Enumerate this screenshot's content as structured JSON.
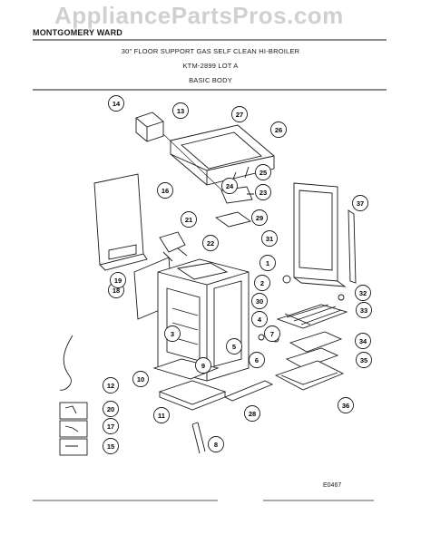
{
  "watermark": "AppliancePartsPros.com",
  "header": {
    "brand": "MONTGOMERY WARD",
    "title": "30\" FLOOR SUPPORT GAS SELF CLEAN HI-BROILER",
    "model": "KTM-2899 LOT A",
    "section": "BASIC BODY"
  },
  "diagram_code": "E0467",
  "callouts": [
    "1",
    "2",
    "3",
    "4",
    "5",
    "6",
    "7",
    "8",
    "9",
    "10",
    "11",
    "12",
    "13",
    "14",
    "15",
    "16",
    "17",
    "18",
    "19",
    "20",
    "21",
    "22",
    "23",
    "24",
    "25",
    "26",
    "27",
    "28",
    "29",
    "30",
    "31",
    "32",
    "33",
    "34",
    "35",
    "36",
    "37"
  ]
}
